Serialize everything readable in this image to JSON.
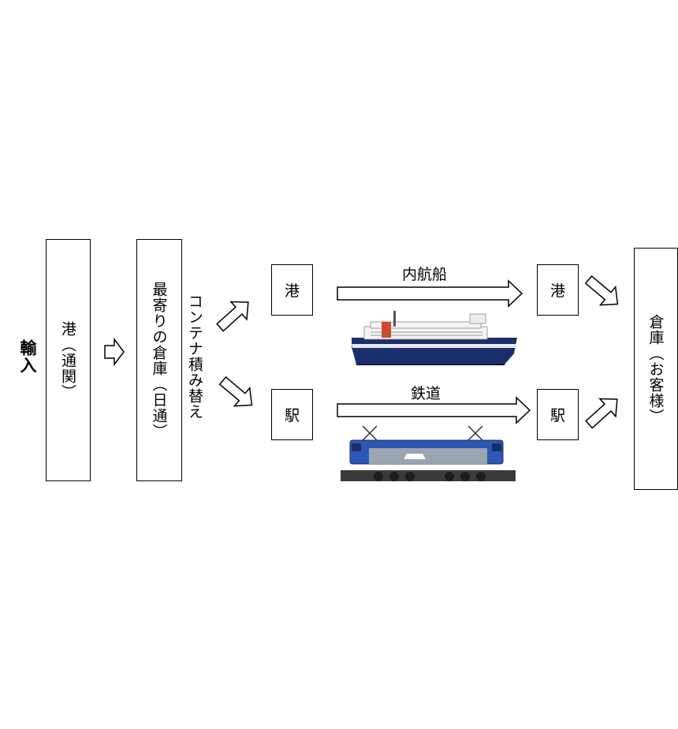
{
  "title": "輸入",
  "stages": {
    "port_customs": "港（通関）",
    "nearest_warehouse": "最寄りの倉庫（日通）",
    "container_transfer": "コンテナ積み替え"
  },
  "routes": {
    "sea": {
      "origin": "港",
      "mode": "内航船",
      "destination": "港"
    },
    "rail": {
      "origin": "駅",
      "mode": "鉄道",
      "destination": "駅"
    }
  },
  "final_destination": "倉庫（お客様）",
  "colors": {
    "ship_hull": "#1c2d6b",
    "ship_funnel": "#d9442a",
    "locomotive_body": "#2f57b5",
    "locomotive_band": "#9aa4b3",
    "line": "#000000"
  }
}
